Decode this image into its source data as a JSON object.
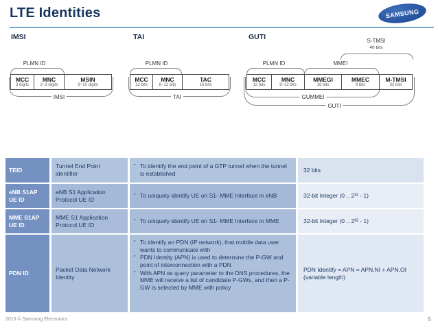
{
  "slide": {
    "title": "LTE Identities",
    "logo_text": "SAMSUNG",
    "footer": "2015 © Samsung Electronics",
    "page_number": "5"
  },
  "colors": {
    "title_navy": "#17365d",
    "rule_blue": "#7ba3d4",
    "samsung_blue": "#28539f",
    "table_id_col": "#7491c1",
    "table_mid_col": "#a9bcd9",
    "table_val_col": "#e9eef6",
    "table_text": "#1f3864"
  },
  "diagrams": [
    {
      "title": "IMSI",
      "top_braces": [
        {
          "label": "PLMN ID"
        }
      ],
      "boxes": [
        {
          "name": "MCC",
          "size": "3 digits"
        },
        {
          "name": "MNC",
          "size": "2~3 digits"
        },
        {
          "name": "MSIN",
          "size": "9~10 digits"
        }
      ],
      "bottom_braces": [
        {
          "label": "IMSI"
        }
      ]
    },
    {
      "title": "TAI",
      "top_braces": [
        {
          "label": "PLMN ID"
        }
      ],
      "boxes": [
        {
          "name": "MCC",
          "size": "12 bits"
        },
        {
          "name": "MNC",
          "size": "8~12 bits"
        },
        {
          "name": "TAC",
          "size": "16 bits"
        }
      ],
      "bottom_braces": [
        {
          "label": "TAI"
        }
      ]
    },
    {
      "title": "GUTI",
      "top_braces": [
        {
          "label": "PLMN ID"
        },
        {
          "label": "MMEI"
        },
        {
          "label": "S-TMSI",
          "sublabel": "40 bits"
        }
      ],
      "boxes": [
        {
          "name": "MCC",
          "size": "12 bits"
        },
        {
          "name": "MNC",
          "size": "8~12 bits"
        },
        {
          "name": "MMEGI",
          "size": "16 bits"
        },
        {
          "name": "MMEC",
          "size": "8 bits"
        },
        {
          "name": "M-TMSI",
          "size": "32 bits"
        }
      ],
      "bottom_braces": [
        {
          "label": "GUMMEI"
        },
        {
          "label": "GUTI"
        }
      ]
    }
  ],
  "table": {
    "rows": [
      {
        "id": "TEID",
        "name": "Tunnel End Point identifier",
        "purpose": [
          "To identify the end point of a GTP tunnel when the tunnel is established"
        ],
        "value": "32 bits"
      },
      {
        "id": "eNB S1AP UE ID",
        "name": "eNB S1 Application Protocol UE ID",
        "purpose": [
          "To uniquely identify UE on S1- MME Interface in eNB"
        ],
        "value": "32-bit Integer (0 .. 2³² - 1)"
      },
      {
        "id": "MME S1AP UE ID",
        "name": "MME S1 Application Protocol UE ID",
        "purpose": [
          "To uniquely identify UE on S1- MME Interface in MME"
        ],
        "value": "32-bit Integer (0 .. 2³² - 1)"
      },
      {
        "id": "PDN ID",
        "name": "Packet Data Network Identity",
        "purpose": [
          "To identify an PDN (IP network), that mobile data user wants to communicate with",
          "PDN Identity (APN) is used to determine the P-GW and point of interconnection with a PDN",
          "With APN as query parameter to the DNS procedures, the MME will receive a list of candidate P-GWs, and then a P-GW is selected by MME with policy"
        ],
        "value": "PDN Identify = APN = APN.NI + APN.OI (variable length)"
      }
    ]
  }
}
